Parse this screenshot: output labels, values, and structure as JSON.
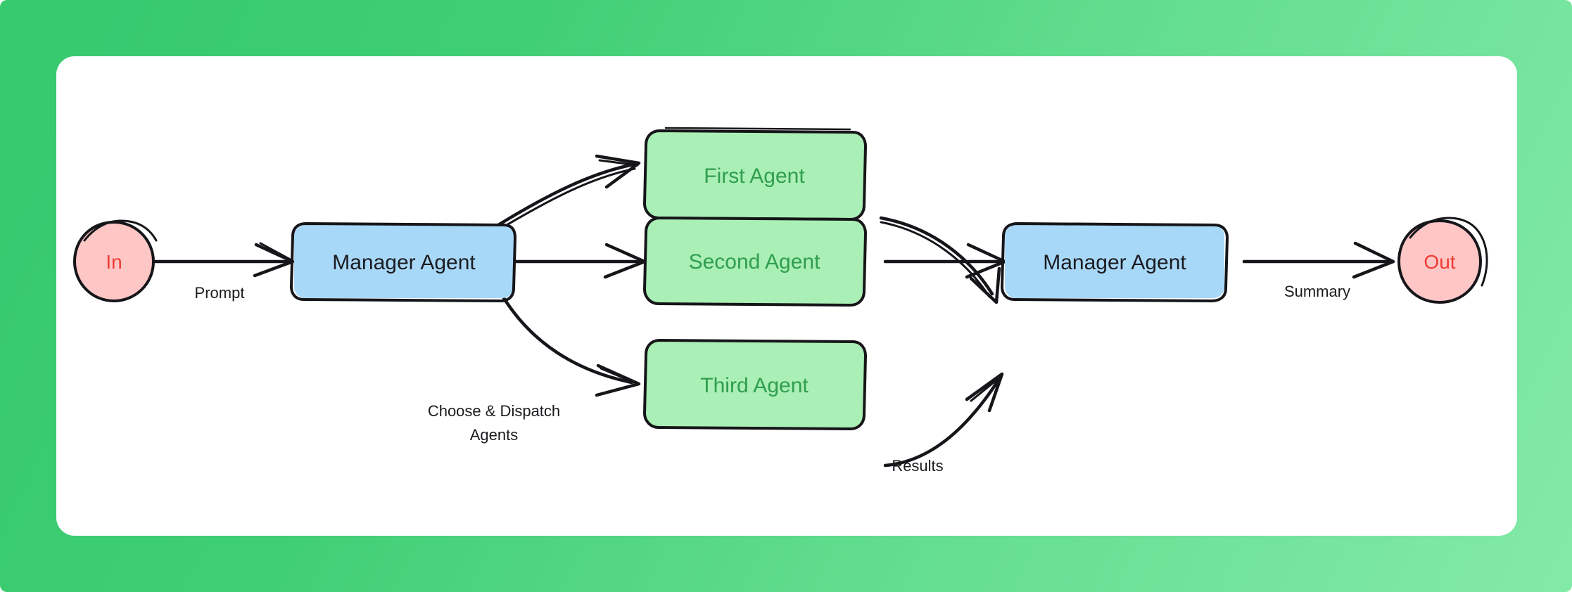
{
  "page": {
    "title": "Manager Agent Orchestration Diagram",
    "background_gradient_from": "#36c96e",
    "background_gradient_to": "#83eaa7",
    "card_background": "#ffffff"
  },
  "palette": {
    "manager_fill": "#a8d8f8",
    "manager_text": "#1b1b1f",
    "agent_fill": "#aaefb5",
    "agent_text": "#2f9e4d",
    "endpoint_fill": "#ffc6c6",
    "endpoint_text": "#ee3b33",
    "stroke": "#16161a",
    "edge_label_text": "#1b1b1f"
  },
  "diagram": {
    "type": "flowchart",
    "style": "hand-drawn",
    "nodes": [
      {
        "id": "in",
        "label": "In",
        "shape": "circle",
        "role": "input-endpoint"
      },
      {
        "id": "manager-left",
        "label": "Manager Agent",
        "shape": "rounded-rect",
        "role": "manager"
      },
      {
        "id": "first-agent",
        "label": "First Agent",
        "shape": "rounded-rect",
        "role": "worker-agent"
      },
      {
        "id": "second-agent",
        "label": "Second Agent",
        "shape": "rounded-rect",
        "role": "worker-agent"
      },
      {
        "id": "third-agent",
        "label": "Third Agent",
        "shape": "rounded-rect",
        "role": "worker-agent"
      },
      {
        "id": "manager-right",
        "label": "Manager Agent",
        "shape": "rounded-rect",
        "role": "manager"
      },
      {
        "id": "out",
        "label": "Out",
        "shape": "circle",
        "role": "output-endpoint"
      }
    ],
    "edges": [
      {
        "id": "e-in-manager",
        "from": "in",
        "to": "manager-left",
        "label": "Prompt",
        "label_line1": "Prompt",
        "label_line2": ""
      },
      {
        "id": "e-manager-first",
        "from": "manager-left",
        "to": "first-agent",
        "label": "",
        "label_line1": "",
        "label_line2": ""
      },
      {
        "id": "e-manager-second",
        "from": "manager-left",
        "to": "second-agent",
        "label": "",
        "label_line1": "",
        "label_line2": ""
      },
      {
        "id": "e-manager-third",
        "from": "manager-left",
        "to": "third-agent",
        "label": "Choose & Dispatch Agents",
        "label_line1": "Choose & Dispatch",
        "label_line2": "Agents"
      },
      {
        "id": "e-first-manager",
        "from": "first-agent",
        "to": "manager-right",
        "label": "",
        "label_line1": "",
        "label_line2": ""
      },
      {
        "id": "e-second-manager",
        "from": "second-agent",
        "to": "manager-right",
        "label": "",
        "label_line1": "",
        "label_line2": ""
      },
      {
        "id": "e-third-manager",
        "from": "third-agent",
        "to": "manager-right",
        "label": "Results",
        "label_line1": "Results",
        "label_line2": ""
      },
      {
        "id": "e-manager-out",
        "from": "manager-right",
        "to": "out",
        "label": "Summary",
        "label_line1": "Summary",
        "label_line2": ""
      }
    ]
  }
}
